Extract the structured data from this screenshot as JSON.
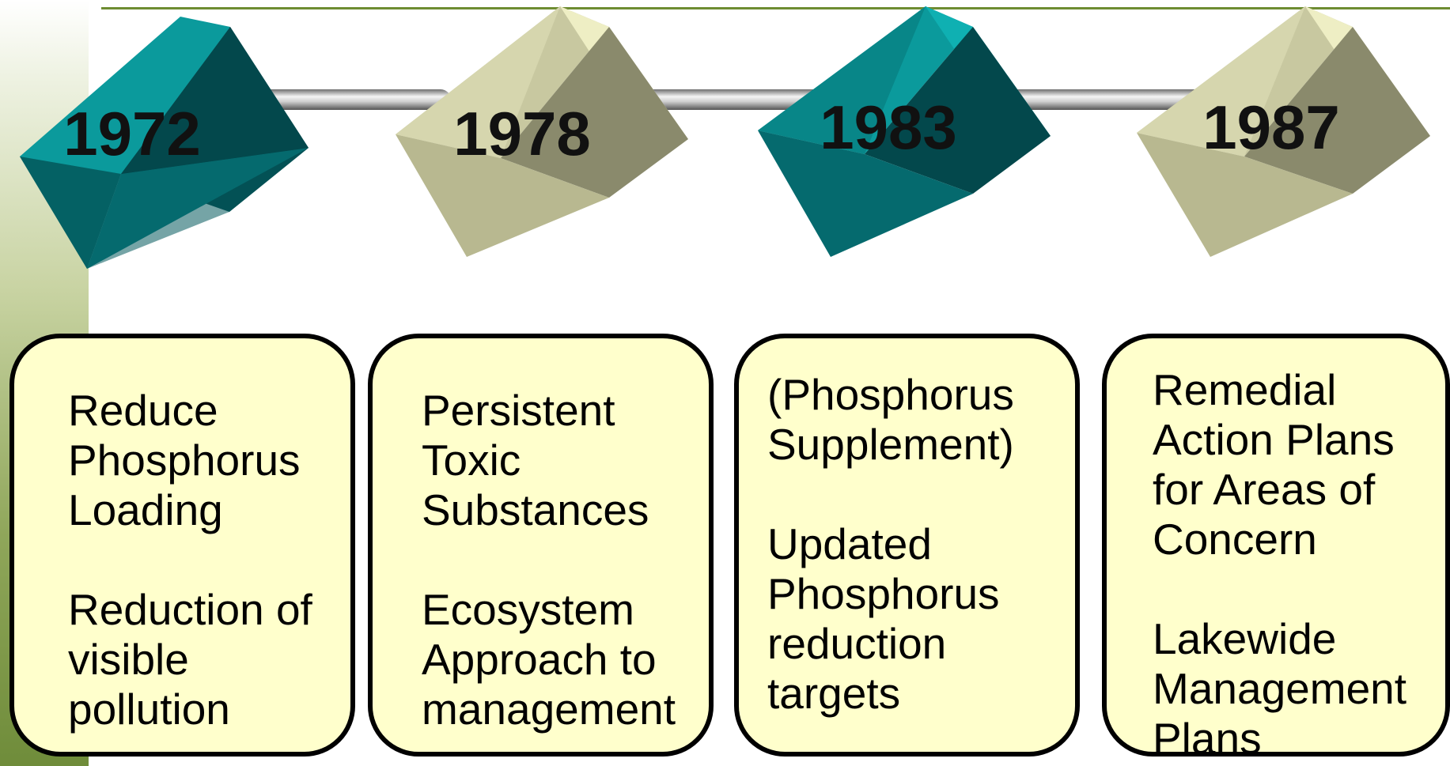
{
  "timeline": [
    {
      "year": "1972",
      "color": "teal",
      "events": [
        "Reduce\nPhosphorus\nLoading",
        "Reduction of\nvisible\npollution"
      ]
    },
    {
      "year": "1978",
      "color": "khaki",
      "events": [
        "Persistent\nToxic\nSubstances",
        "Ecosystem\nApproach to\nmanagement"
      ]
    },
    {
      "year": "1983",
      "color": "teal",
      "events": [
        "(Phosphorus\nSupplement)",
        "Updated\nPhosphorus\nreduction\ntargets"
      ]
    },
    {
      "year": "1987",
      "color": "khaki",
      "events": [
        "Remedial\nAction Plans\nfor Areas of\nConcern",
        "Lakewide\nManagement\nPlans"
      ]
    }
  ],
  "colors": {
    "teal_top": "#0b9a9c",
    "teal_front": "#056a6e",
    "teal_side": "#03484c",
    "khaki_top": "#eeeec4",
    "khaki_front": "#c8c8a0",
    "khaki_side": "#8a8a6c",
    "box_fill": "#ffffcc",
    "box_border": "#000000",
    "rule": "#6e8c32"
  }
}
